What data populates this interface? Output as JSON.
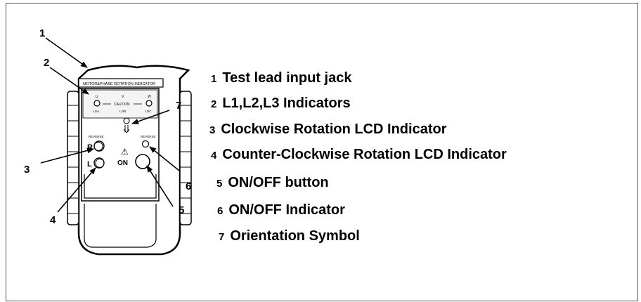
{
  "device": {
    "header_text": "MOTOR&PHASE ROTATION INDICATOR",
    "phase_letters": [
      "U",
      "V",
      "W"
    ],
    "phase_labels": [
      "L1/A",
      "L2/B",
      "L3/C"
    ],
    "caution_text": "CAUTION",
    "side_text_left": "REVERSE",
    "side_text_right": "REVERSE",
    "r_label": "R",
    "l_label": "L",
    "on_label": "ON",
    "warning_symbol": "⚠"
  },
  "callouts": [
    "1",
    "2",
    "3",
    "4",
    "5",
    "6",
    "7"
  ],
  "legend": [
    {
      "num": "1",
      "label": "Test lead input jack"
    },
    {
      "num": "2",
      "label": "L1,L2,L3 Indicators"
    },
    {
      "num": "3",
      "label": "Clockwise Rotation LCD Indicator"
    },
    {
      "num": "4",
      "label": "Counter-Clockwise Rotation LCD Indicator"
    },
    {
      "num": "5",
      "label": "ON/OFF button"
    },
    {
      "num": "6",
      "label": "ON/OFF Indicator"
    },
    {
      "num": "7",
      "label": "Orientation Symbol"
    }
  ]
}
